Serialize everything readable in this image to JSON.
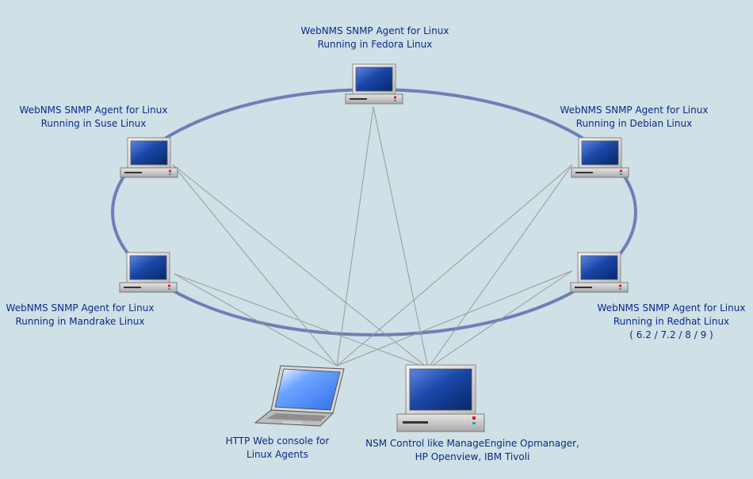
{
  "nodes": {
    "fedora": {
      "line1": "WebNMS SNMP Agent for Linux",
      "line2": "Running in Fedora Linux"
    },
    "suse": {
      "line1": "WebNMS SNMP Agent for Linux",
      "line2": "Running in Suse Linux"
    },
    "debian": {
      "line1": "WebNMS SNMP Agent for Linux",
      "line2": "Running in Debian Linux"
    },
    "mandrake": {
      "line1": "WebNMS SNMP Agent for Linux",
      "line2": "Running in Mandrake Linux"
    },
    "redhat": {
      "line1": "WebNMS SNMP Agent for Linux",
      "line2": "Running in Redhat Linux",
      "line3": "( 6.2 / 7.2 / 8 / 9 )"
    },
    "http_console": {
      "line1": "HTTP Web console for",
      "line2": "Linux Agents"
    },
    "nsm": {
      "line1": "NSM Control like ManageEngine Opmanager,",
      "line2": "HP Openview, IBM Tivoli"
    }
  },
  "colors": {
    "background": "#cfe0e6",
    "ring": "#6e7fb6",
    "link": "#9a9a9a",
    "label": "#0b2a8a",
    "screen": "#0a2f86"
  },
  "icons": {
    "agent": "desktop-computer-icon",
    "console": "laptop-icon",
    "manager": "server-workstation-icon"
  }
}
